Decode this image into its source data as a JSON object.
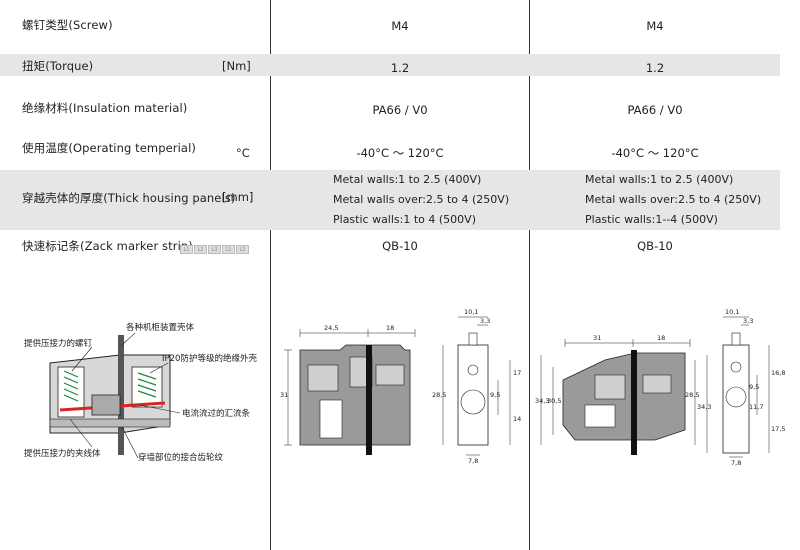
{
  "rows": [
    {
      "label": "螺钉类型(Screw)",
      "unit": "",
      "col1": "M4",
      "col2": "M4"
    },
    {
      "label": "扭矩(Torque)",
      "unit": "[Nm]",
      "col1": "1.2",
      "col2": "1.2"
    },
    {
      "label": "绝缘材料(Insulation material)",
      "unit": "",
      "col1": "PA66 / V0",
      "col2": "PA66 / V0"
    },
    {
      "label": "使用温度(Operating temperial)",
      "unit": "°C",
      "col1": "-40°C ～ 120°C",
      "col2": "-40°C ～ 120°C"
    },
    {
      "label": "穿越壳体的厚度(Thick housing panels)",
      "unit": "[mm]",
      "col1_lines": [
        "Metal walls:1 to 2.5 (400V)",
        "Metal walls over:2.5 to 4 (250V)",
        "Plastic walls:1 to 4    (500V)"
      ],
      "col2_lines": [
        "Metal walls:1 to 2.5 (400V)",
        "Metal walls over:2.5 to 4 (250V)",
        "Plastic walls:1--4    (500V)"
      ]
    },
    {
      "label": "快速标记条(Zack marker strip)",
      "unit": "",
      "col1": "QB-10",
      "col2": "QB-10"
    }
  ],
  "marker_chips": [
    "L1",
    "L2",
    "L3",
    "L1",
    "L2"
  ],
  "illustration": {
    "callouts": [
      "提供压接力的螺钉",
      "各种机柜装置壳体",
      "IP20防护等级的绝缘外壳",
      "电流流过的汇流条",
      "提供压接力的夹线体",
      "穿墙部位的接合齿轮纹"
    ]
  },
  "drawing1": {
    "dims": [
      "24,5",
      "18",
      "31",
      "10,1",
      "3,3",
      "28,5",
      "9,5",
      "17",
      "14",
      "7,8"
    ]
  },
  "drawing2": {
    "dims": [
      "31",
      "18",
      "34,3",
      "30,5",
      "28,5",
      "34,3",
      "10,1",
      "3,3",
      "9,5",
      "11,7",
      "16,8",
      "17,5",
      "7,8"
    ]
  }
}
